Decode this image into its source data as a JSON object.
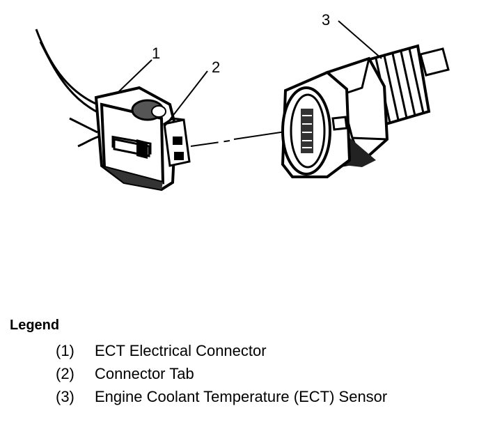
{
  "callouts": [
    {
      "number": "1",
      "label": "ECT Electrical Connector"
    },
    {
      "number": "2",
      "label": "Connector Tab"
    },
    {
      "number": "3",
      "label": "Engine Coolant Temperature (ECT) Sensor"
    }
  ],
  "legend": {
    "title": "Legend",
    "items": [
      {
        "number": "(1)",
        "label": "ECT Electrical Connector"
      },
      {
        "number": "(2)",
        "label": "Connector Tab"
      },
      {
        "number": "(3)",
        "label": "Engine Coolant Temperature (ECT) Sensor"
      }
    ]
  }
}
